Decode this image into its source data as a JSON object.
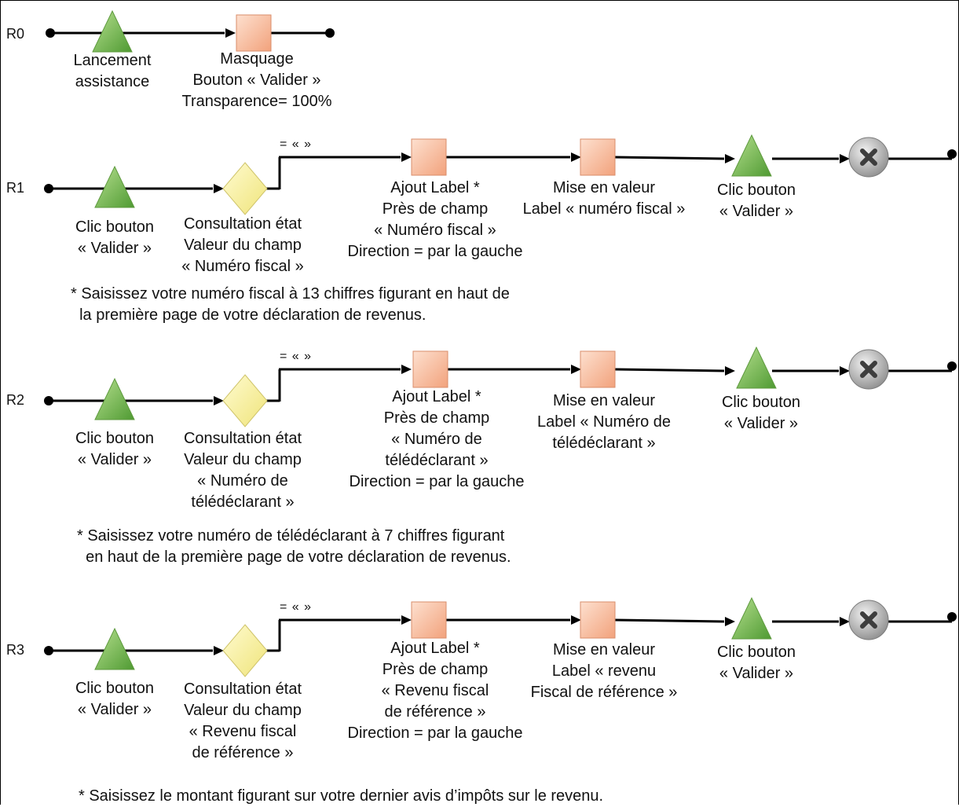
{
  "rows": {
    "r0": {
      "id": "R0",
      "nodes": [
        {
          "kind": "triangle",
          "label": [
            "Lancement",
            "assistance"
          ]
        },
        {
          "kind": "square",
          "label": [
            "Masquage",
            "Bouton « Valider »",
            "Transparence= 100%"
          ]
        }
      ]
    },
    "r1": {
      "id": "R1",
      "condition": "= «  »",
      "nodes": [
        {
          "kind": "triangle",
          "label": [
            "Clic  bouton",
            "« Valider »"
          ]
        },
        {
          "kind": "diamond",
          "label": [
            "Consultation état",
            "Valeur du champ",
            "« Numéro fiscal »"
          ]
        },
        {
          "kind": "square",
          "label": [
            "Ajout Label *",
            "Près de champ",
            "« Numéro fiscal »",
            "Direction = par la gauche"
          ]
        },
        {
          "kind": "square",
          "label": [
            "Mise en valeur",
            "Label « numéro fiscal »"
          ]
        },
        {
          "kind": "triangle",
          "label": [
            "Clic bouton",
            "« Valider »"
          ]
        },
        {
          "kind": "end-x"
        }
      ],
      "note": [
        "* Saisissez votre numéro fiscal à 13 chiffres figurant en haut de",
        "  la première page de votre déclaration de revenus."
      ]
    },
    "r2": {
      "id": "R2",
      "condition": "= «  »",
      "nodes": [
        {
          "kind": "triangle",
          "label": [
            "Clic  bouton",
            "« Valider »"
          ]
        },
        {
          "kind": "diamond",
          "label": [
            "Consultation état",
            "Valeur du champ",
            "« Numéro de",
            "télédéclarant »"
          ]
        },
        {
          "kind": "square",
          "label": [
            "Ajout Label *",
            "Près de champ",
            "« Numéro de",
            "télédéclarant  »",
            "Direction = par la gauche"
          ]
        },
        {
          "kind": "square",
          "label": [
            "Mise en valeur",
            "Label « Numéro de",
            "télédéclarant »"
          ]
        },
        {
          "kind": "triangle",
          "label": [
            "Clic bouton",
            "« Valider »"
          ]
        },
        {
          "kind": "end-x"
        }
      ],
      "note": [
        "* Saisissez votre numéro de télédéclarant à 7 chiffres figurant",
        "  en haut de la première page de votre déclaration de revenus."
      ]
    },
    "r3": {
      "id": "R3",
      "condition": "= «  »",
      "nodes": [
        {
          "kind": "triangle",
          "label": [
            "Clic  bouton",
            "« Valider »"
          ]
        },
        {
          "kind": "diamond",
          "label": [
            "Consultation état",
            "Valeur du champ",
            "« Revenu fiscal",
            "de référence »"
          ]
        },
        {
          "kind": "square",
          "label": [
            "Ajout Label *",
            "Près de champ",
            "« Revenu fiscal",
            "de référence »",
            "Direction = par la gauche"
          ]
        },
        {
          "kind": "square",
          "label": [
            "Mise en valeur",
            "Label « revenu",
            "Fiscal de référence »"
          ]
        },
        {
          "kind": "triangle",
          "label": [
            "Clic bouton",
            "« Valider »"
          ]
        },
        {
          "kind": "end-x"
        }
      ],
      "note": [
        "* Saisissez le montant figurant sur votre dernier avis d’impôts sur le revenu."
      ]
    }
  },
  "colors": {
    "line": "#000000",
    "triangle": "#7fbf5a",
    "square": "#f7b796",
    "diamond": "#f8f3a0",
    "end": "#a9a9a9"
  }
}
